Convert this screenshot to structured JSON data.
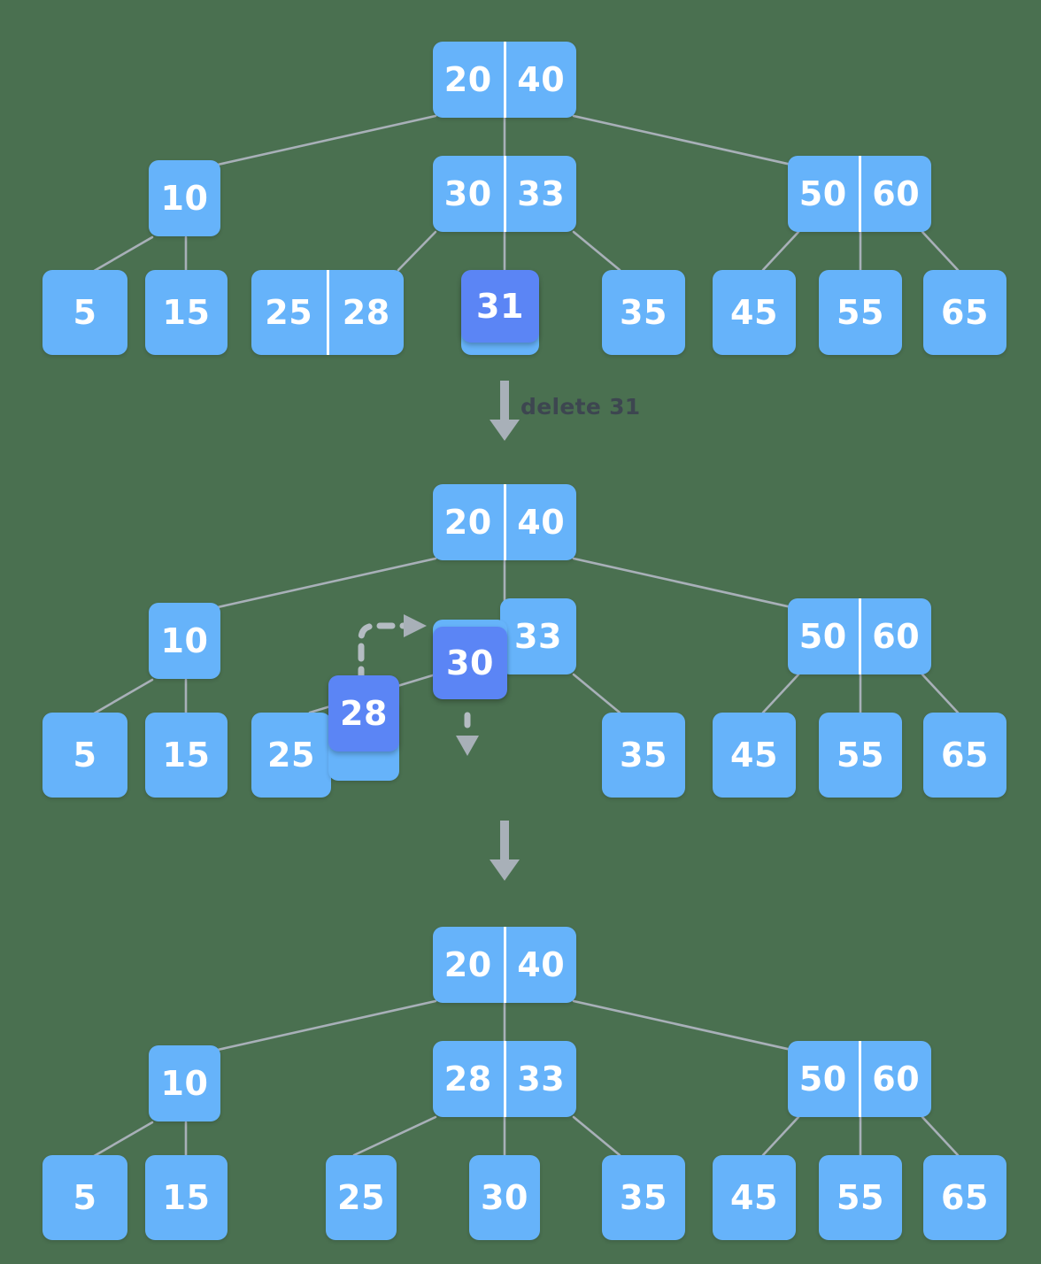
{
  "diagram": {
    "title": "B-tree deletion of key 31",
    "background_color": "#4a7050",
    "node_color": "#66b3fa",
    "highlight_color": "#5b85f5",
    "edge_color": "#a8b0b8",
    "text_color": "#ffffff",
    "label_color": "#3d4650"
  },
  "labels": {
    "delete_step": "delete 31",
    "second_step": ""
  },
  "stage1": {
    "name": "initial-tree",
    "root": {
      "keys": [
        "20",
        "40"
      ]
    },
    "internal": [
      {
        "keys": [
          "10"
        ]
      },
      {
        "keys": [
          "30",
          "33"
        ]
      },
      {
        "keys": [
          "50",
          "60"
        ]
      }
    ],
    "leaves": [
      {
        "keys": [
          "5"
        ]
      },
      {
        "keys": [
          "15"
        ]
      },
      {
        "keys": [
          "25",
          "28"
        ]
      },
      {
        "keys": [
          "31"
        ],
        "highlight": true
      },
      {
        "keys": [
          "35"
        ]
      },
      {
        "keys": [
          "45"
        ]
      },
      {
        "keys": [
          "55"
        ]
      },
      {
        "keys": [
          "65"
        ]
      }
    ]
  },
  "stage2": {
    "name": "predecessor-replacement-tree",
    "root": {
      "keys": [
        "20",
        "40"
      ]
    },
    "internal": [
      {
        "keys": [
          "10"
        ]
      },
      {
        "keys": [
          "30",
          "33"
        ],
        "moving_key": "30"
      },
      {
        "keys": [
          "50",
          "60"
        ]
      }
    ],
    "leaves": [
      {
        "keys": [
          "5"
        ]
      },
      {
        "keys": [
          "15"
        ]
      },
      {
        "keys": [
          "25",
          "28"
        ],
        "moving_key": "28"
      },
      {
        "keys": [
          "35"
        ]
      },
      {
        "keys": [
          "45"
        ]
      },
      {
        "keys": [
          "55"
        ]
      },
      {
        "keys": [
          "65"
        ]
      }
    ],
    "annotations": {
      "promote_arrow": "28-promoted-to-parent",
      "demote_arrow": "30-demoted-to-leaf"
    }
  },
  "stage3": {
    "name": "final-tree",
    "root": {
      "keys": [
        "20",
        "40"
      ]
    },
    "internal": [
      {
        "keys": [
          "10"
        ]
      },
      {
        "keys": [
          "28",
          "33"
        ]
      },
      {
        "keys": [
          "50",
          "60"
        ]
      }
    ],
    "leaves": [
      {
        "keys": [
          "5"
        ]
      },
      {
        "keys": [
          "15"
        ]
      },
      {
        "keys": [
          "25"
        ]
      },
      {
        "keys": [
          "30"
        ]
      },
      {
        "keys": [
          "35"
        ]
      },
      {
        "keys": [
          "45"
        ]
      },
      {
        "keys": [
          "55"
        ]
      },
      {
        "keys": [
          "65"
        ]
      }
    ]
  }
}
